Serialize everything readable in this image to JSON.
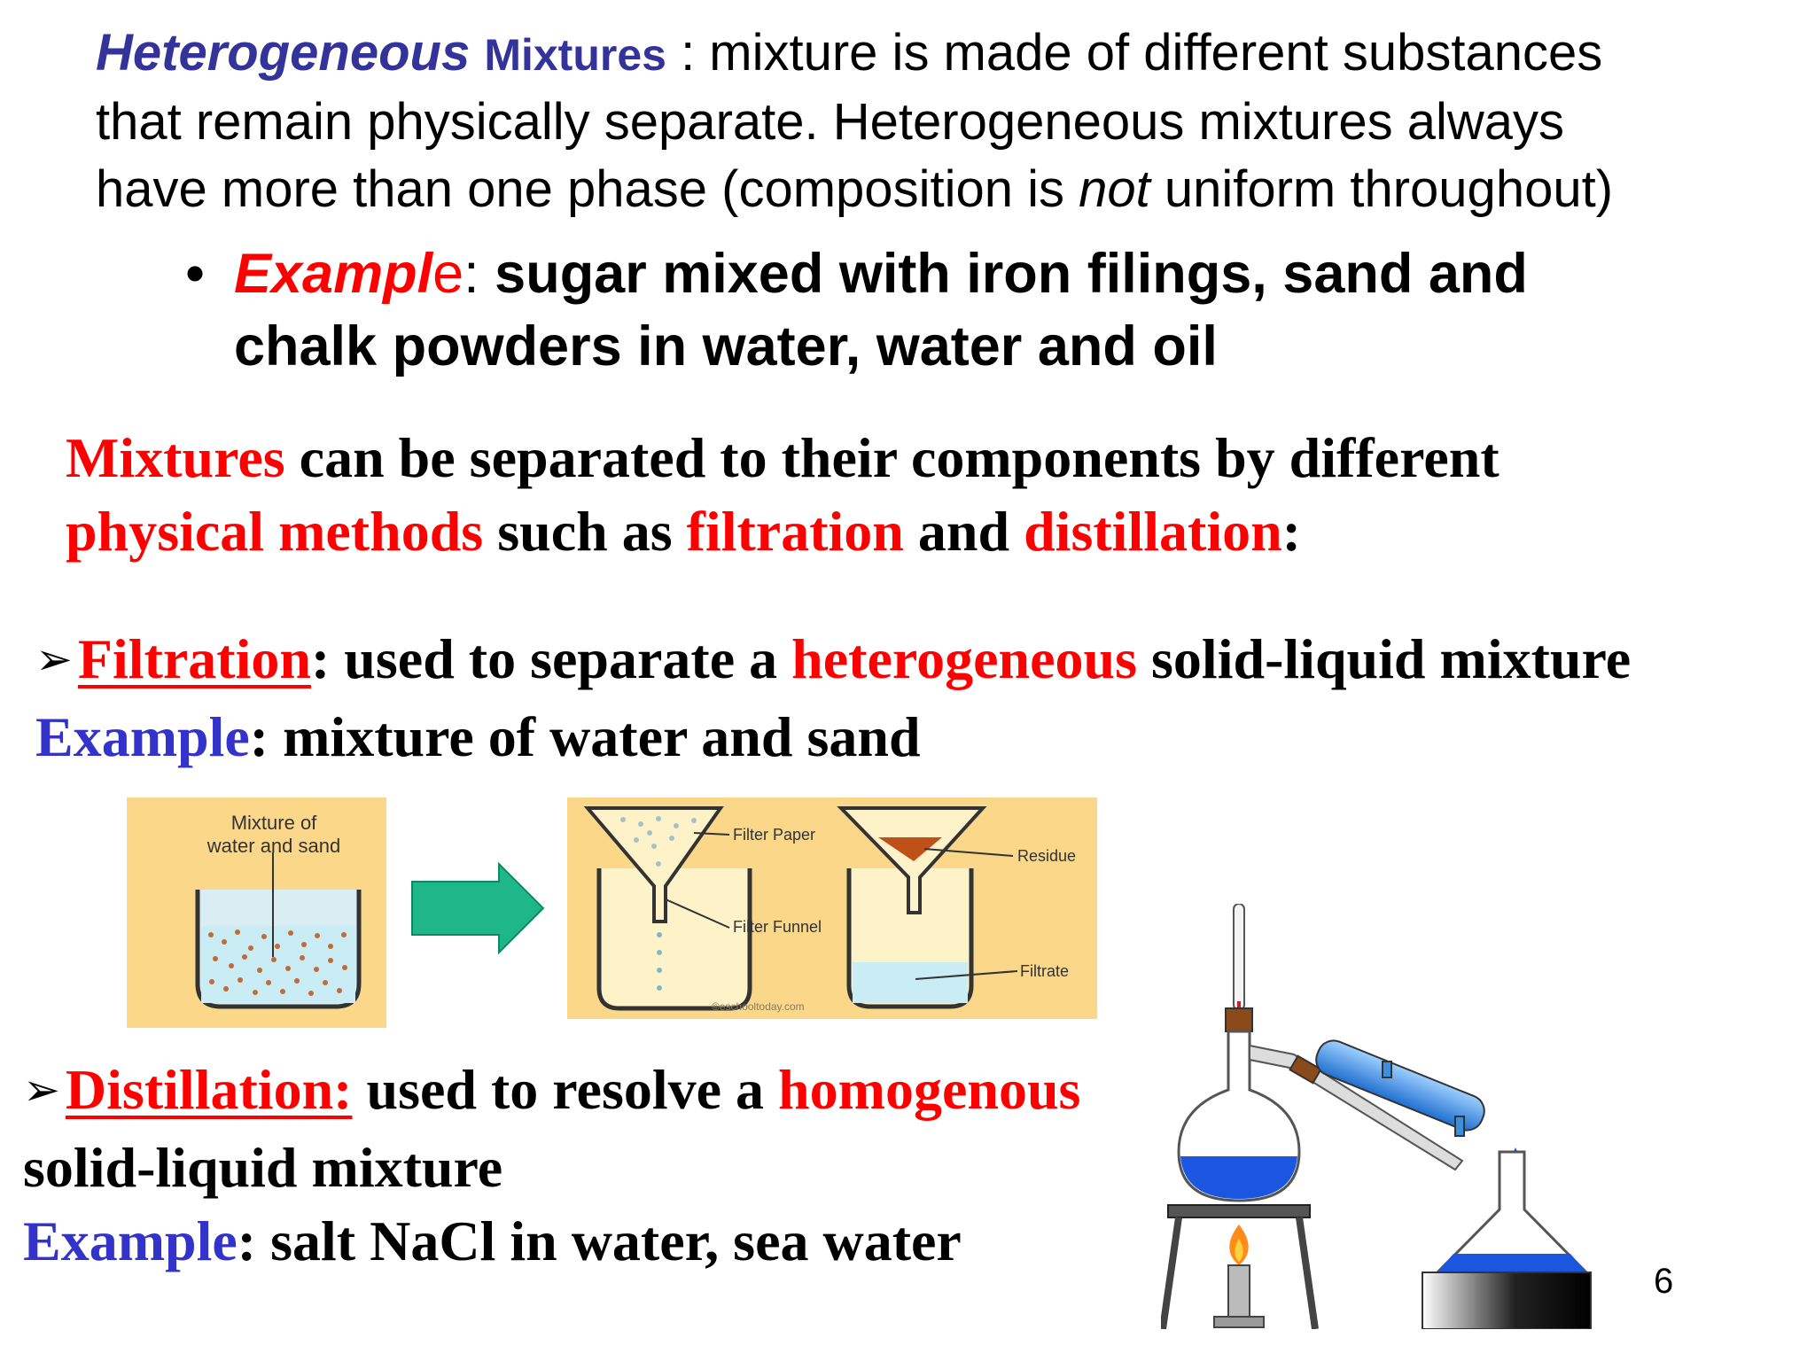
{
  "intro": {
    "term_italic": "Heterogeneous",
    "term_word": "Mixtures",
    "line1_rest": " : mixture is made of different substances",
    "line2": "that remain physically separate. Heterogeneous mixtures always",
    "line3_pre": "have more than one phase (composition is ",
    "line3_italic": "not",
    "line3_post": " uniform throughout)"
  },
  "example1": {
    "bullet": "•",
    "label_italic": "Exampl",
    "label_e": "e",
    "colon": ":",
    "line1_rest": "  sugar mixed with iron filings, sand and",
    "line2": "chalk powders in water, water and oil"
  },
  "methods": {
    "w_mixtures": "Mixtures",
    "line1_rest": " can be separated  to their components  by different",
    "w_physical": "physical methods",
    "w_such": " such as ",
    "w_filtration": "filtration",
    "w_and": " and ",
    "w_distillation": "distillation",
    "w_colon": ":"
  },
  "filtration": {
    "arrow": "➢",
    "title": "Filtration",
    "text1": ": used to separate a ",
    "highlight": "heterogeneous",
    "text2": " solid-liquid mixture",
    "example_label": "Example",
    "example_text": ": mixture of water and sand"
  },
  "filtration_figure": {
    "label_mixture_1": "Mixture of",
    "label_mixture_2": "water and sand",
    "label_filter_paper": "Filter Paper",
    "label_filter_funnel": "Filter Funnel",
    "label_residue": "Residue",
    "label_filtrate": "Filtrate",
    "watermark": "©eschooltoday.com",
    "colors": {
      "background": "#fbd78a",
      "arrow": "#1fb78a",
      "water": "#c9ecf5",
      "residue": "#c0501a"
    }
  },
  "distillation": {
    "arrow": "➢",
    "title": "Distillation:",
    "text1": " used to resolve a ",
    "highlight": "homogenous",
    "line2": "solid-liquid mixture",
    "example_label": "Example",
    "example_text": ": salt NaCl in water, sea water"
  },
  "distillation_figure": {
    "colors": {
      "liquid": "#1a56e0",
      "condenser": "#3b8fe0",
      "stopper": "#8a4a1a",
      "flame": "#ff8c1a"
    }
  },
  "page_number": "6"
}
